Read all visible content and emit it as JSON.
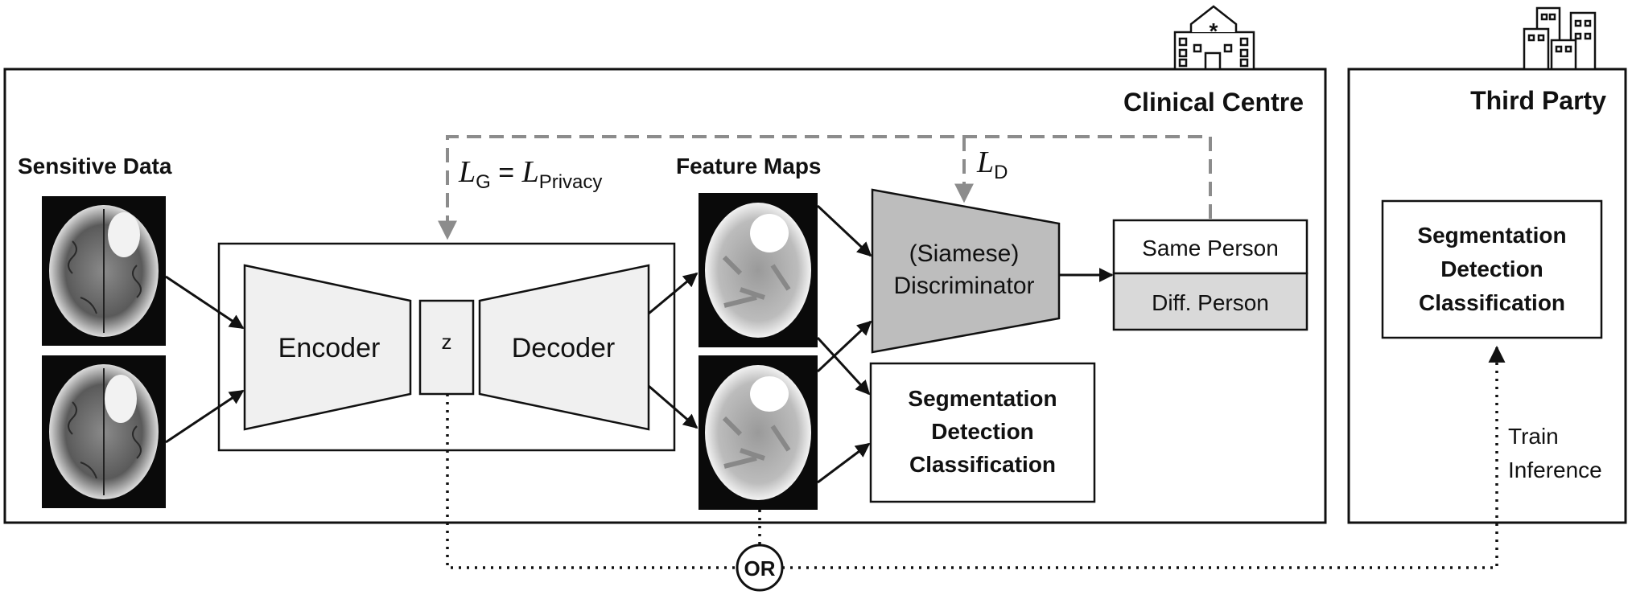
{
  "clinical": {
    "title": "Clinical Centre",
    "sensitive_label": "Sensitive Data",
    "feature_label": "Feature Maps",
    "encoder": "Encoder",
    "z": "z",
    "decoder": "Decoder",
    "discriminator_line1": "(Siamese)",
    "discriminator_line2": "Discriminator",
    "same_person": "Same Person",
    "diff_person": "Diff. Person",
    "task_line1": "Segmentation",
    "task_line2": "Detection",
    "task_line3": "Classification",
    "loss_g_left": "L",
    "loss_g_left_sub": "G",
    "loss_g_eq": " = ",
    "loss_g_right": "L",
    "loss_g_right_sub": "Privacy",
    "loss_d": "L",
    "loss_d_sub": "D"
  },
  "third_party": {
    "title": "Third Party",
    "task_line1": "Segmentation",
    "task_line2": "Detection",
    "task_line3": "Classification",
    "train": "Train",
    "inference": "Inference"
  },
  "or_label": "OR",
  "icons": [
    "hospital-icon",
    "city-buildings-icon"
  ],
  "colors": {
    "box_fill": "#f0f0f0",
    "disc_fill": "#bdbdbd",
    "diff_fill": "#d9d9d9",
    "dashed": "#8c8c8c",
    "stroke": "#111111"
  }
}
